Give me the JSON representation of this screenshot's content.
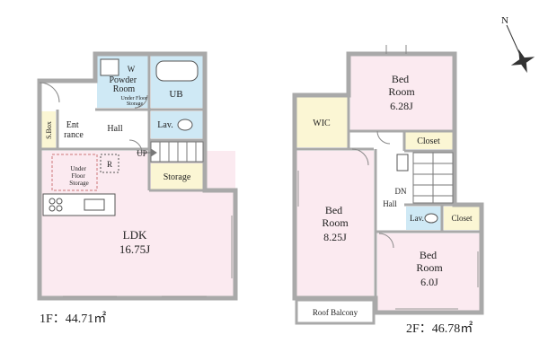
{
  "floor1": {
    "area_label": "1F：44.71㎡",
    "rooms": {
      "powder_room": "Powder\nRoom",
      "powder_w": "W",
      "under_floor_storage_small": "Under Floor\nStorage",
      "ub": "UB",
      "s_box": "S.Box",
      "entrance": "Ent\nrance",
      "hall": "Hall",
      "lav": "Lav.",
      "up": "UP",
      "under_floor_storage": "Under\nFloor\nStorage",
      "r_mark": "R",
      "storage": "Storage",
      "ldk": "LDK",
      "ldk_size": "16.75J"
    }
  },
  "floor2": {
    "area_label": "2F：46.78㎡",
    "rooms": {
      "bed1": "Bed\nRoom",
      "bed1_size": "6.28J",
      "wic": "WIC",
      "closet1": "Closet",
      "bed2": "Bed\nRoom",
      "bed2_size": "8.25J",
      "dn": "DN",
      "hall": "Hall",
      "lav": "Lav.",
      "closet2": "Closet",
      "bed3": "Bed\nRoom",
      "bed3_size": "6.0J",
      "roof_balcony": "Roof Balcony"
    }
  },
  "compass": {
    "north_label": "N"
  },
  "colors": {
    "wall": "#a9a9a9",
    "room_pink": "#fbeaf0",
    "wet_blue": "#cfe9f5",
    "storage_yellow": "#fbf6d4",
    "hall_white": "#ffffff"
  }
}
